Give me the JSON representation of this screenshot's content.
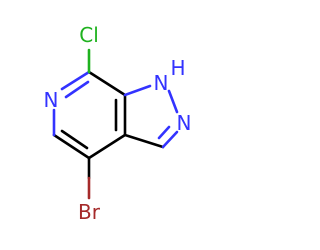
{
  "molecule": {
    "atoms": {
      "chlorine": "Cl",
      "nitrogen_pyridine": "N",
      "nitrogen_nh": "N",
      "hydrogen_nh": "H",
      "nitrogen_pyrazole": "N",
      "bromine": "Br"
    }
  },
  "colors": {
    "bond": "#000000",
    "carbon": "#000000",
    "nitrogen": "#3333ff",
    "chlorine": "#1fb21f",
    "bromine": "#a52a2a"
  }
}
